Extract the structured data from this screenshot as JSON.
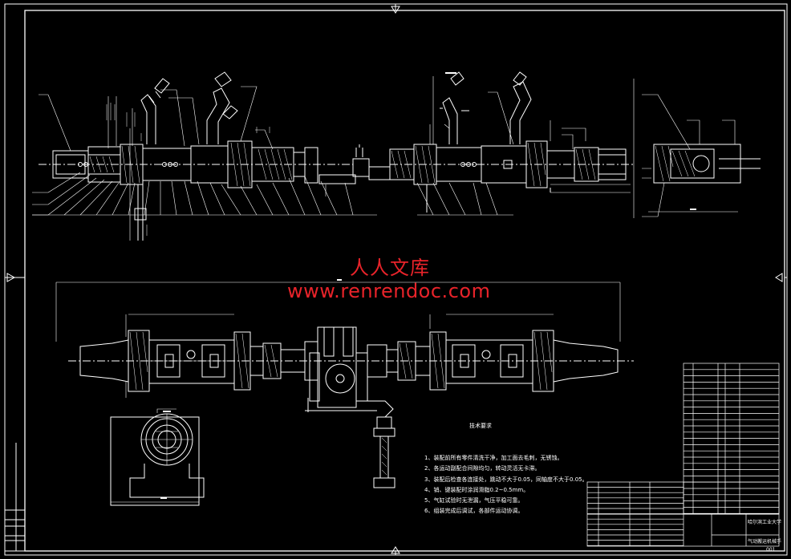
{
  "watermark": {
    "cn": "人人文库",
    "url": "www.renrendoc.com",
    "color": "#e8232a"
  },
  "colors": {
    "background": "#000000",
    "line": "#ffffff",
    "hatch": "#ffffff",
    "accent": "#e8232a"
  },
  "tech_requirements": {
    "title": "技术要求",
    "items": [
      "1、装配前所有零件清洗干净，加工面去毛刺，无锈蚀。",
      "2、各运动副配合间隙均匀，转动灵活无卡滞。",
      "3、装配后检查各连接处，跳动不大于0.05，同轴度不大于0.05。",
      "4、销、键装配时涂润滑脂0.2~0.5mm。",
      "5、气缸试验时无泄漏，气压平稳可靠。",
      "6、组装完成后调试，各部件运动协调。"
    ]
  },
  "title_block": {
    "school": "哈尔滨工业大学",
    "drawing_name": "气动搬运机械手",
    "code": "001"
  }
}
